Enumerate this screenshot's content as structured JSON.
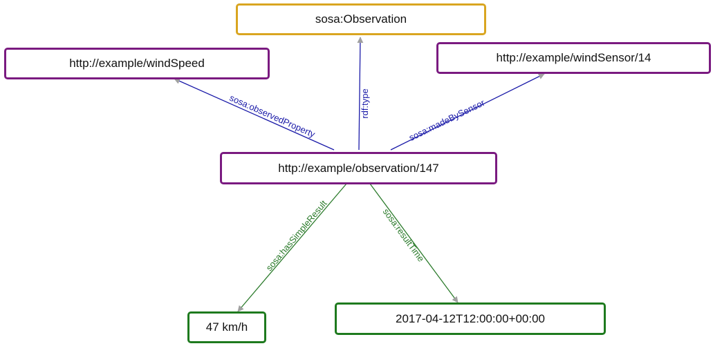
{
  "colors": {
    "class_node": "#d9a520",
    "resource_node": "#7a1a80",
    "literal_node": "#1e7a1e",
    "object_edge": "#1a1aa8",
    "datatype_edge": "#2a7a2a",
    "arrowhead": "#a0a0a0"
  },
  "nodes": {
    "observation_class": {
      "label": "sosa:Observation",
      "kind": "class"
    },
    "wind_speed": {
      "label": "http://example/windSpeed",
      "kind": "resource"
    },
    "wind_sensor": {
      "label": "http://example/windSensor/14",
      "kind": "resource"
    },
    "observation": {
      "label": "http://example/observation/147",
      "kind": "resource"
    },
    "simple_result": {
      "label": "47 km/h",
      "kind": "literal"
    },
    "result_time": {
      "label": "2017-04-12T12:00:00+00:00",
      "kind": "literal"
    }
  },
  "edges": {
    "observed_property": {
      "label": "sosa:observedProperty",
      "kind": "object"
    },
    "rdf_type": {
      "label": "rdf:type",
      "kind": "object"
    },
    "made_by_sensor": {
      "label": "sosa:madeBySensor",
      "kind": "object"
    },
    "has_simple_result": {
      "label": "sosa:hasSimpleResult",
      "kind": "datatype"
    },
    "result_time": {
      "label": "sosa:resultTime",
      "kind": "datatype"
    }
  }
}
